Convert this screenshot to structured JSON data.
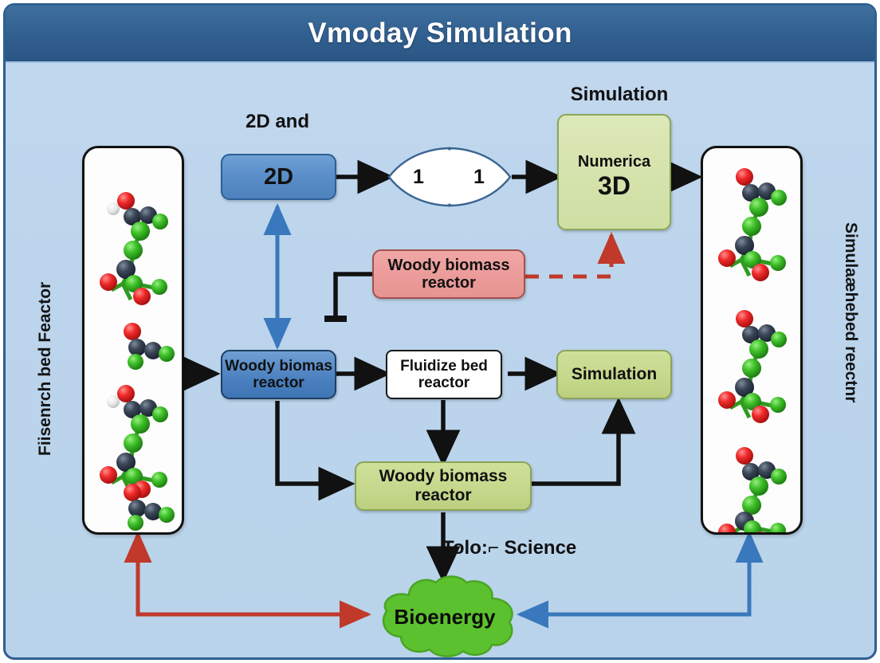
{
  "window": {
    "title": "Vmoday Simulation",
    "header_bg": "#315f8f",
    "body_bg": "#bcd5ec",
    "border": "#2e5f90"
  },
  "side_captions": {
    "left": "Fiisenrch bed Feactor",
    "right": "Simulaæhebed reectnr"
  },
  "labels": {
    "top_left": "2D and",
    "top_right": "Simulation",
    "bottom_mid": "Tolo:⌐ Science"
  },
  "nodes": {
    "two_d": {
      "text": "2D",
      "fill": "#5b8fc9",
      "stroke": "#2c5f94"
    },
    "lens": {
      "left_value": "1",
      "right_value": "1",
      "fill": "#ffffff",
      "stroke": "#3a6491"
    },
    "numerica": {
      "small": "Numerica",
      "big": "3D",
      "fill": "#d5e3ad",
      "stroke": "#8aa859"
    },
    "woody_red": {
      "line1": "Woody biomass",
      "line2": "reactor",
      "fill": "#eb9b99",
      "stroke": "#a3504e"
    },
    "woody_blue": {
      "line1": "Woody biomas",
      "line2": "reactor",
      "fill": "#4a80bf",
      "stroke": "#1c3f63"
    },
    "fluidize": {
      "line1": "Fluidize bed",
      "line2": "reactor",
      "fill": "#ffffff",
      "stroke": "#1a1a1a"
    },
    "simulation_box": {
      "text": "Simulation",
      "fill": "#c5d88c",
      "stroke": "#8ba45a"
    },
    "woody_green": {
      "line1": "Woody biomass",
      "line2": "reactor",
      "fill": "#c5d88c",
      "stroke": "#8ba45a"
    },
    "bioenergy": {
      "text": "Bioenergy",
      "fill": "#5cc12e",
      "stroke": "#4aa524"
    }
  },
  "panels": {
    "left": {
      "name": "molecule-panel-left",
      "molecule_count": 4
    },
    "right": {
      "name": "molecule-panel-right",
      "molecule_count": 3
    }
  },
  "atom_colors": {
    "oxygen": "#e02020",
    "carbon": "#3a4656",
    "hydrogen_green": "#3fc02a",
    "hydrogen_white": "#f2f2f2"
  },
  "connector_colors": {
    "black": "#111111",
    "red": "#c0392b",
    "blue": "#3a78bd"
  }
}
